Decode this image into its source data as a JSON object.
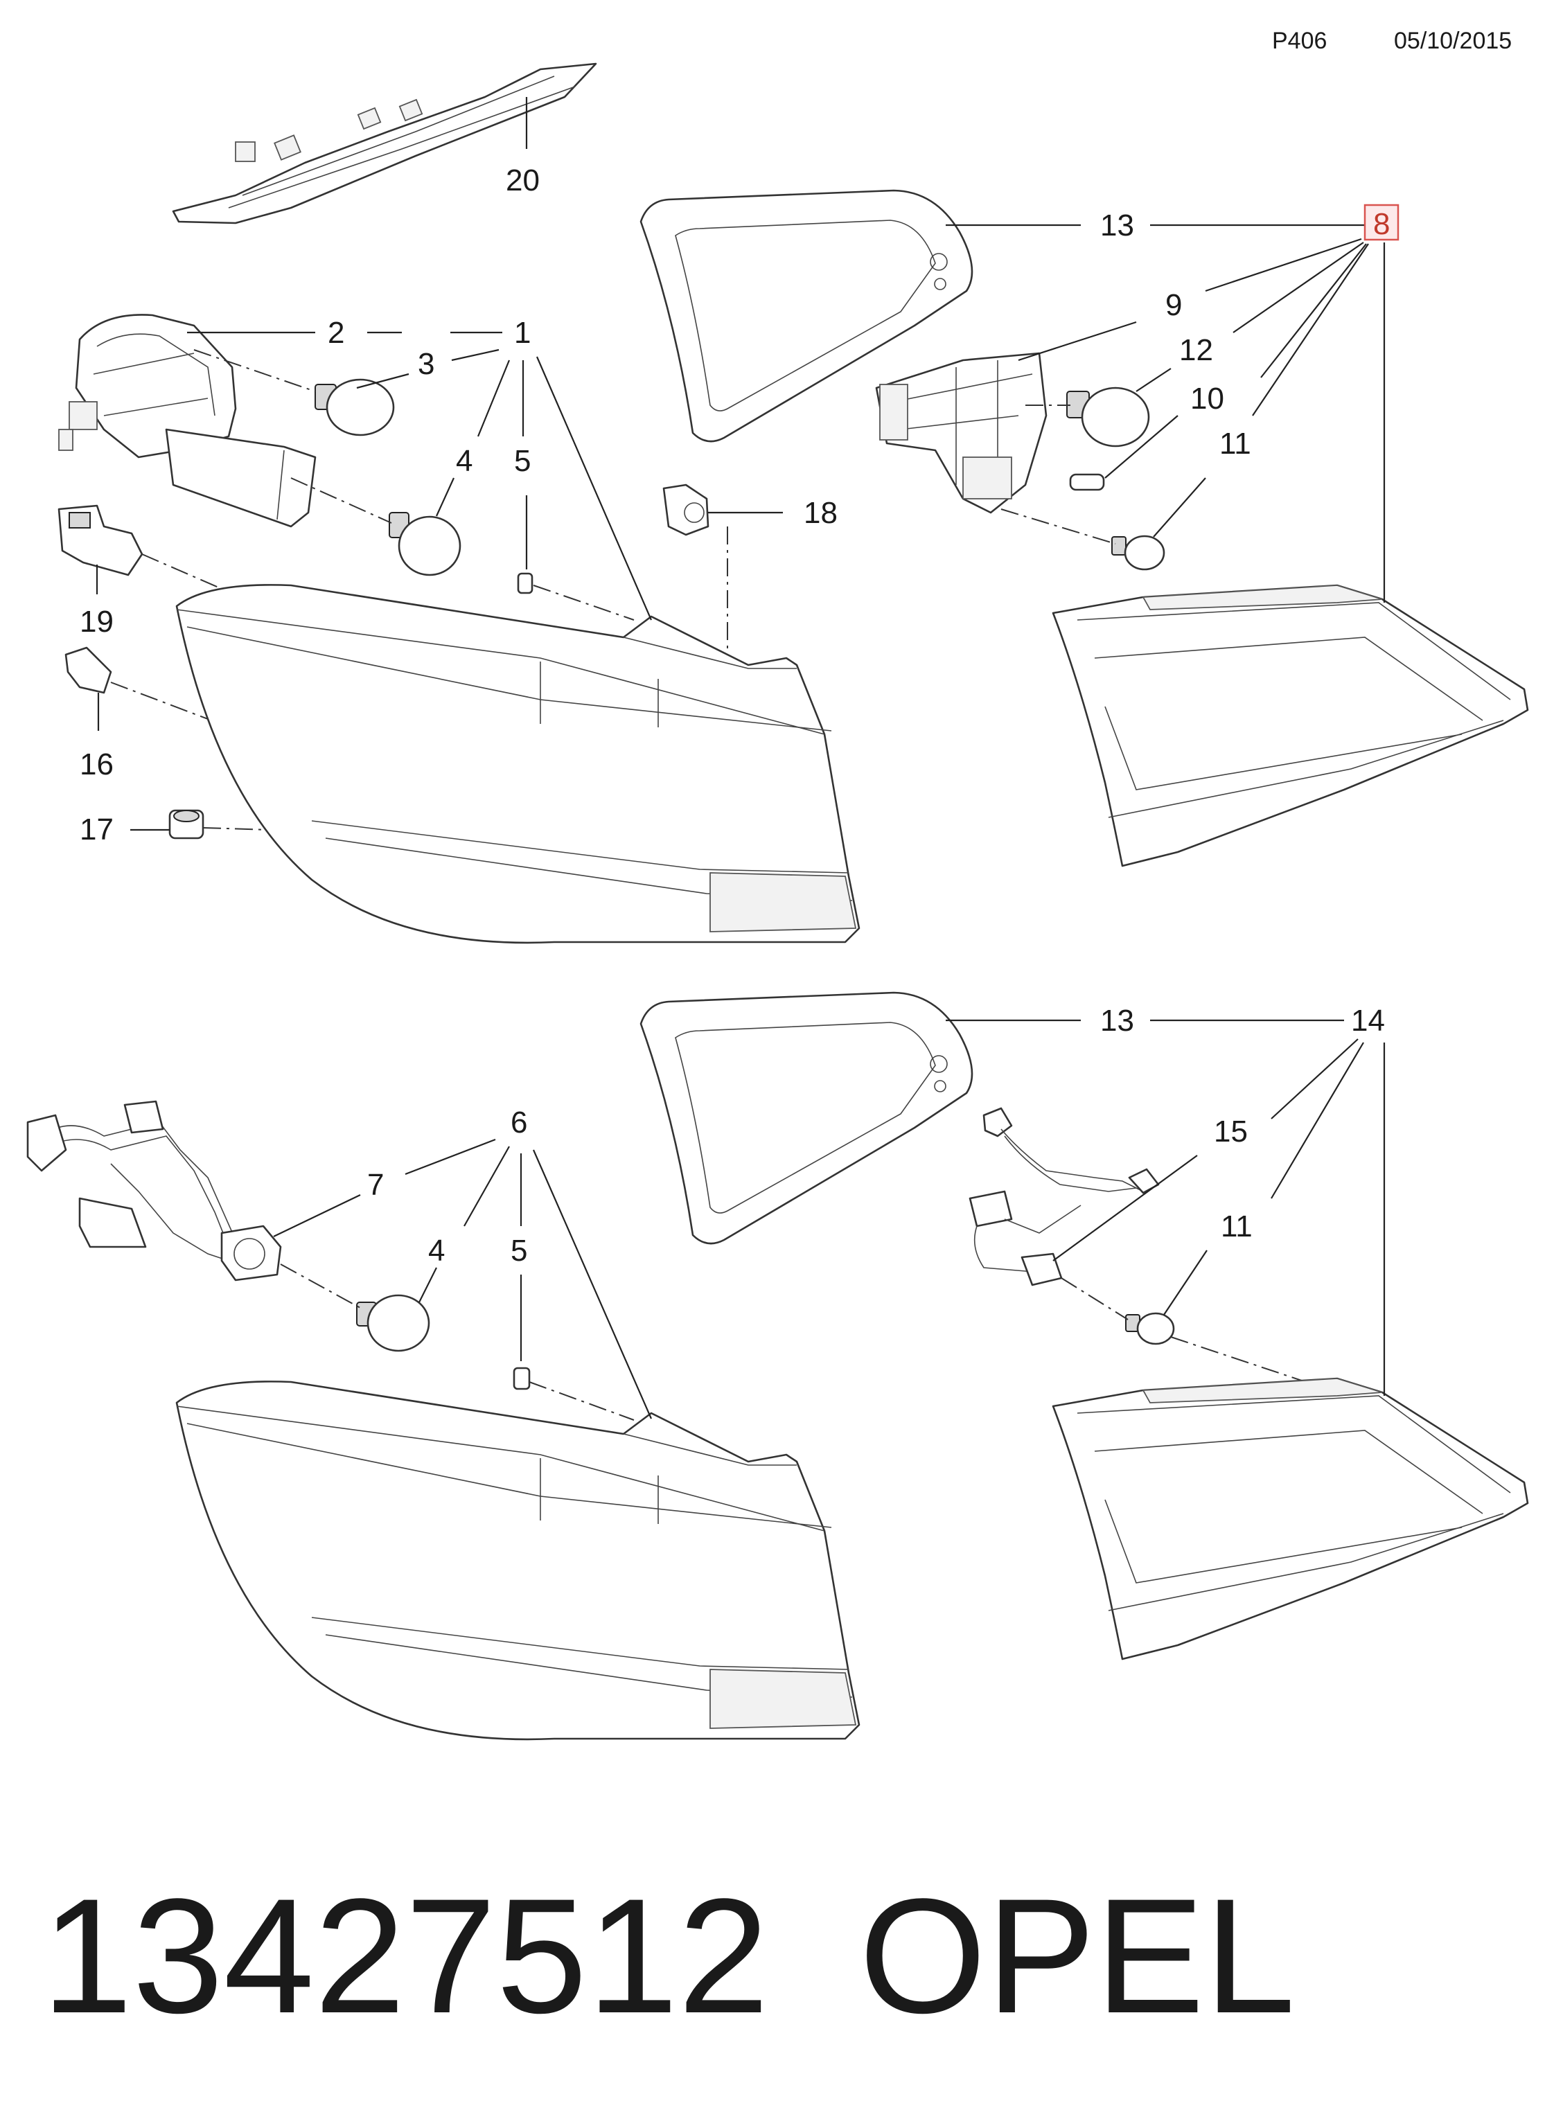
{
  "header": {
    "code": "P406",
    "date": "05/10/2015"
  },
  "callouts": {
    "c1": "1",
    "c2": "2",
    "c3": "3",
    "c4a": "4",
    "c5a": "5",
    "c6": "6",
    "c7": "7",
    "c4b": "4",
    "c5b": "5",
    "c8": "8",
    "c9": "9",
    "c10": "10",
    "c11a": "11",
    "c12": "12",
    "c13a": "13",
    "c13b": "13",
    "c14": "14",
    "c15": "15",
    "c11b": "11",
    "c16": "16",
    "c17": "17",
    "c18": "18",
    "c19": "19",
    "c20": "20"
  },
  "highlight_color": "#d9534f",
  "footer": {
    "part_number": "13427512",
    "brand": "OPEL"
  }
}
